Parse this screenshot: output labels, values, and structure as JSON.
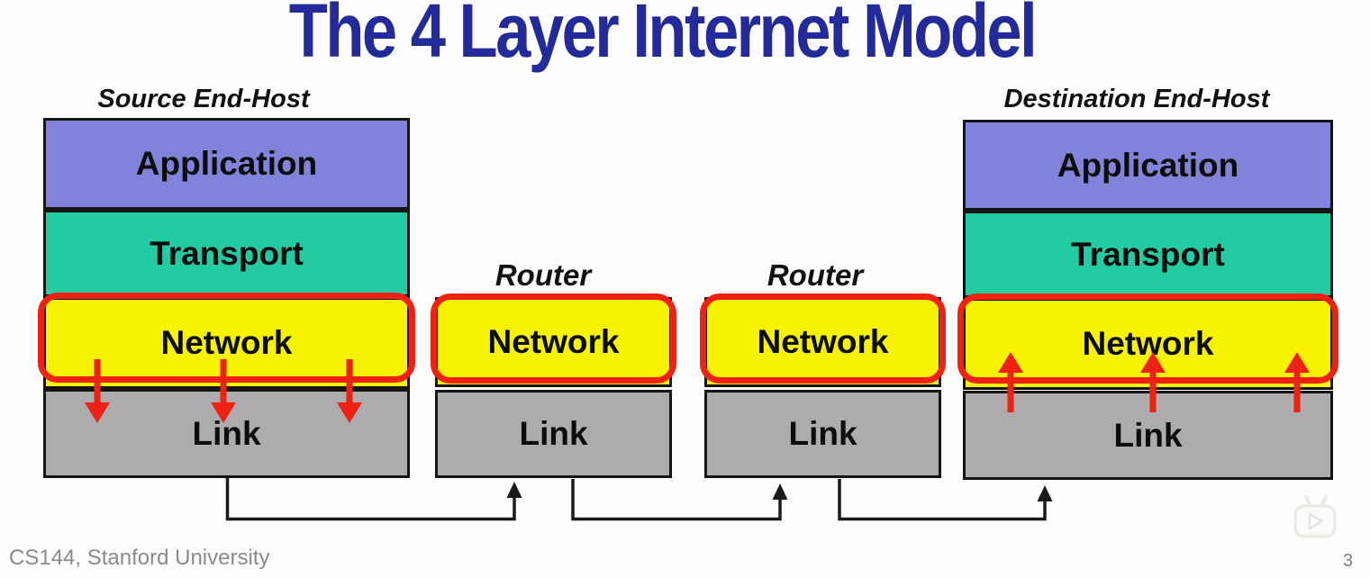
{
  "title": "The 4 Layer Internet Model",
  "stacks": {
    "source": {
      "label": "Source End-Host",
      "layers": [
        "Application",
        "Transport",
        "Network",
        "Link"
      ]
    },
    "router1": {
      "label": "Router",
      "layers": [
        "Network",
        "Link"
      ]
    },
    "router2": {
      "label": "Router",
      "layers": [
        "Network",
        "Link"
      ]
    },
    "destination": {
      "label": "Destination End-Host",
      "layers": [
        "Application",
        "Transport",
        "Network",
        "Link"
      ]
    }
  },
  "annotations": {
    "highlighted_layer": "Network",
    "source_arrows_direction": "down",
    "destination_arrows_direction": "up",
    "link_connections": [
      "source-link to router1-link",
      "router1-link to router2-link",
      "router2-link to destination-link"
    ]
  },
  "footer": {
    "credit": "CS144, Stanford University",
    "page_number": "3"
  },
  "icons": {
    "watermark": "tv-play-icon"
  },
  "colors": {
    "title_blue": "#232a9a",
    "application_purple": "#8083d9",
    "transport_teal": "#23cba2",
    "network_yellow": "#f6f200",
    "link_gray": "#aeabae",
    "highlight_red": "#ee2113",
    "box_border_black": "#151515",
    "connector_black": "#1a1a1a",
    "footer_gray": "#8b8b8b"
  }
}
